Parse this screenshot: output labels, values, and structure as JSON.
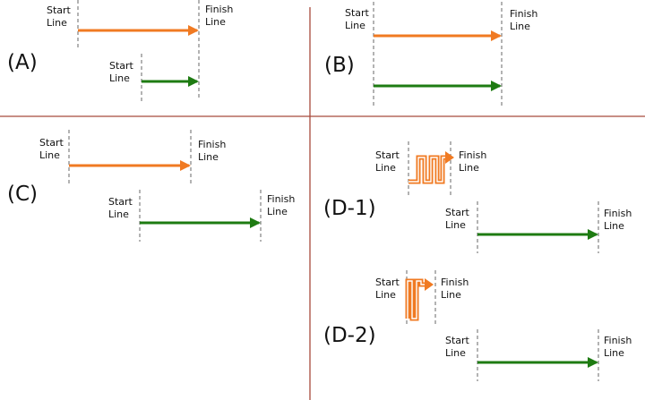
{
  "labels": {
    "start": [
      "Start",
      "Line"
    ],
    "finish": [
      "Finish",
      "Line"
    ]
  },
  "panels": {
    "a": "(A)",
    "b": "(B)",
    "c": "(C)",
    "d1": "(D-1)",
    "d2": "(D-2)"
  },
  "colors": {
    "orange": "#f07a22",
    "green": "#1e7b12",
    "divider": "#a84a3c",
    "dashed_line": "#8a8a8a",
    "text": "#111111"
  }
}
